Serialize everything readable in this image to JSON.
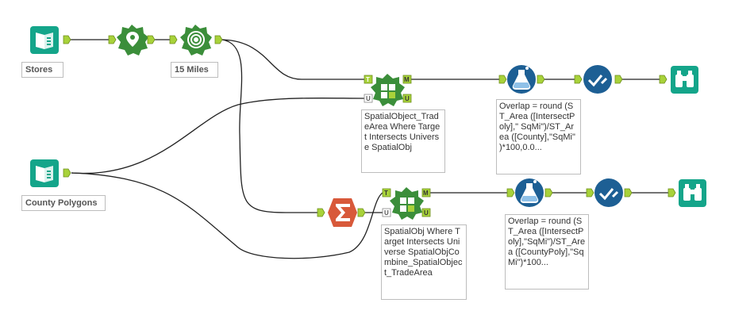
{
  "colors": {
    "input_teal": "#14a58a",
    "spatial_green": "#3b8e3a",
    "formula_blue": "#1d5f94",
    "summarize_orange": "#d8593a",
    "anchor_lime": "#a8d23a",
    "wire": "#222222"
  },
  "nodes": {
    "stores_input": {
      "icon": "book-icon",
      "label": "Stores"
    },
    "create_points": {
      "icon": "location-pin-icon"
    },
    "trade_area": {
      "icon": "target-icon",
      "label": "15 Miles"
    },
    "spatial_match_1": {
      "icon": "puzzle-icon",
      "anchors": {
        "target": "T",
        "universe": "U",
        "matched": "M",
        "unmatched": "U"
      },
      "annotation": "SpatialObject_TradeArea Where Target Intersects Universe SpatialObj"
    },
    "formula_1": {
      "icon": "flask-icon",
      "annotation": "Overlap = round (ST_Area ([IntersectPoly],\" SqMi\")/ST_Area ([County],\"SqMi\" )*100,0.0..."
    },
    "select_1": {
      "icon": "check-icon"
    },
    "browse_1": {
      "icon": "binoculars-icon"
    },
    "county_input": {
      "icon": "book-icon",
      "label": "County Polygons"
    },
    "summarize": {
      "icon": "sigma-icon"
    },
    "spatial_match_2": {
      "icon": "puzzle-icon",
      "anchors": {
        "target": "T",
        "universe": "U",
        "matched": "M",
        "unmatched": "U"
      },
      "annotation": "SpatialObj Where Target Intersects Universe SpatialObjCombine_SpatialObject_TradeArea"
    },
    "formula_2": {
      "icon": "flask-icon",
      "annotation": "Overlap = round (ST_Area ([IntersectPoly],\"SqMi\")/ST_Area ([CountyPoly],\"SqMi\")*100..."
    },
    "select_2": {
      "icon": "check-icon"
    },
    "browse_2": {
      "icon": "binoculars-icon"
    }
  }
}
